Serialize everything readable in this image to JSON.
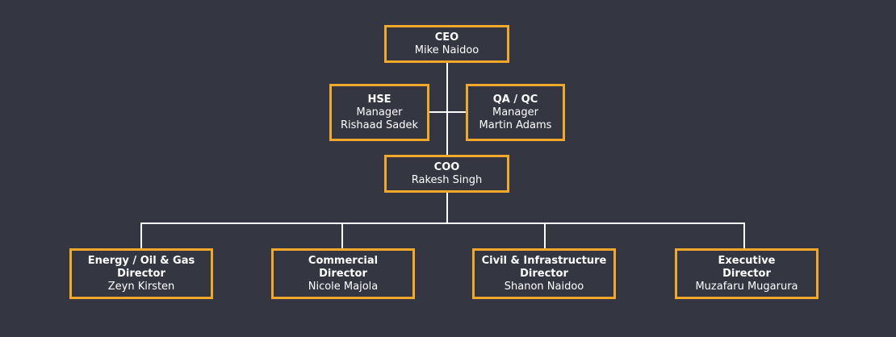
{
  "colors": {
    "background": "#343642",
    "node_border": "#f2a92b",
    "text": "#ffffff",
    "connector": "#ffffff"
  },
  "org_chart": {
    "ceo": {
      "title": "CEO",
      "name": "Mike Naidoo"
    },
    "hse": {
      "title": "HSE",
      "role": "Manager",
      "name": "Rishaad Sadek"
    },
    "qa_qc": {
      "title": "QA / QC",
      "role": "Manager",
      "name": "Martin Adams"
    },
    "coo": {
      "title": "COO",
      "name": "Rakesh Singh"
    },
    "directors": [
      {
        "title": "Energy / Oil & Gas",
        "role": "Director",
        "name": "Zeyn Kirsten"
      },
      {
        "title": "Commercial",
        "role": "Director",
        "name": "Nicole Majola"
      },
      {
        "title": "Civil & Infrastructure",
        "role": "Director",
        "name": "Shanon Naidoo"
      },
      {
        "title": "Executive",
        "role": "Director",
        "name": "Muzafaru Mugarura"
      }
    ]
  }
}
